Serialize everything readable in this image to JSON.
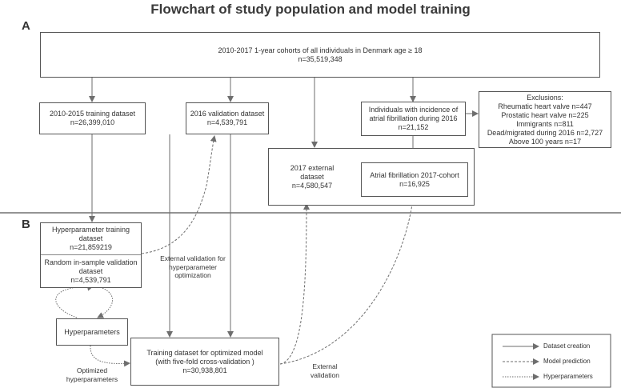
{
  "title": "Flowchart of study population and model training",
  "section_a": "A",
  "section_b": "B",
  "cohort": {
    "line1": "2010-2017 1-year cohorts of all individuals in Denmark age ≥ 18",
    "line2": "n=35,519,348"
  },
  "training": {
    "line1": "2010-2015 training dataset",
    "line2": "n=26,399,010"
  },
  "validation": {
    "line1": "2016 validation dataset",
    "line2": "n=4,539,791"
  },
  "af_incidence": {
    "line1": "Individuals with incidence of",
    "line2": "atrial fibrillation during 2016",
    "line3": "n=21,152"
  },
  "exclusions": {
    "heading": "Exclusions:",
    "items": [
      "Rheumatic heart valve n=447",
      "Prostatic heart valve n=225",
      "Immigrants n=811",
      "Dead/migrated during 2016 n=2,727",
      "Above 100 years n=17"
    ]
  },
  "external": {
    "line1": "2017 external",
    "line2": "dataset",
    "line3": "n=4,580,547"
  },
  "af_cohort": {
    "line1": "Atrial fibrillation 2017-cohort",
    "line2": "n=16,925"
  },
  "hp_training": {
    "line1": "Hyperparameter training",
    "line2": "dataset",
    "line3": "n=21,859219"
  },
  "random_val": {
    "line1": "Random in-sample validation",
    "line2": "dataset",
    "line3": "n=4,539,791"
  },
  "ext_val_hp": {
    "line1": "External validation for",
    "line2": "hyperparameter",
    "line3": "optimization"
  },
  "hyperparameters_box": "Hyperparameters",
  "optimized": {
    "line1": "Optimized",
    "line2": "hyperparameters"
  },
  "final_training": {
    "line1": "Training dataset for optimized model",
    "line2": "(with five-fold cross-validation )",
    "line3": "n=30,938,801"
  },
  "external_validation": {
    "line1": "External",
    "line2": "validation"
  },
  "legend": {
    "creation": "Dataset creation",
    "prediction": "Model prediction",
    "hyper": "Hyperparameters"
  },
  "colors": {
    "line": "#6e6e6e",
    "border": "#555555",
    "divider": "#555555"
  }
}
